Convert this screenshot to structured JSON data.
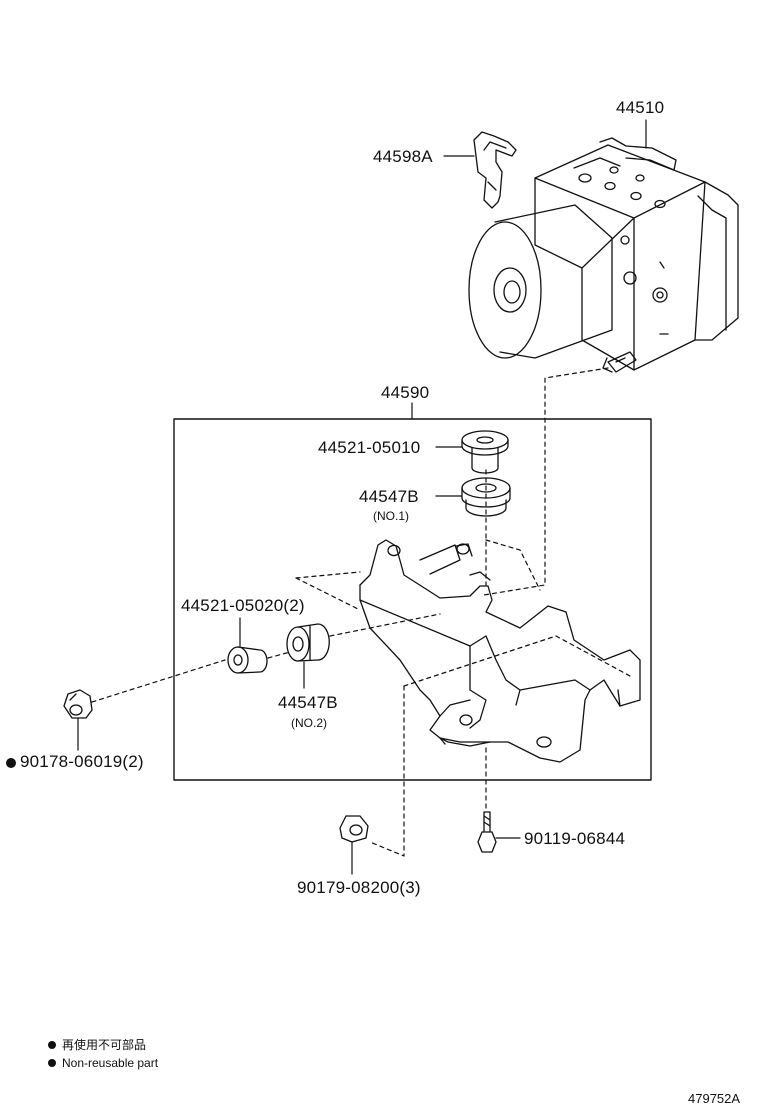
{
  "parts": {
    "p44510": "44510",
    "p44598A": "44598A",
    "p44590": "44590",
    "p44521_05010": "44521-05010",
    "p44547B_no1": "44547B",
    "p44547B_no1_sub": "(NO.1)",
    "p44521_05020": "44521-05020(2)",
    "p44547B_no2": "44547B",
    "p44547B_no2_sub": "(NO.2)",
    "p90178_06019": "90178-06019(2)",
    "p90119_06844": "90119-06844",
    "p90179_08200": "90179-08200(3)"
  },
  "legend": {
    "line_ja": "再使用不可部品",
    "line_en": "Non-reusable part"
  },
  "reference_number": "479752A",
  "icons": {
    "non_reusable_marker": "filled-circle-icon"
  },
  "colors": {
    "line": "#111111",
    "background": "#ffffff"
  }
}
